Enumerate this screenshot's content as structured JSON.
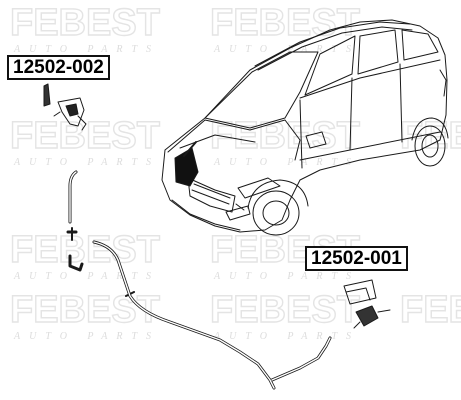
{
  "watermark": {
    "brand": "FEBEST",
    "tagline": "AUTO PARTS"
  },
  "parts": [
    {
      "number": "12502-002"
    },
    {
      "number": "12502-001"
    }
  ]
}
